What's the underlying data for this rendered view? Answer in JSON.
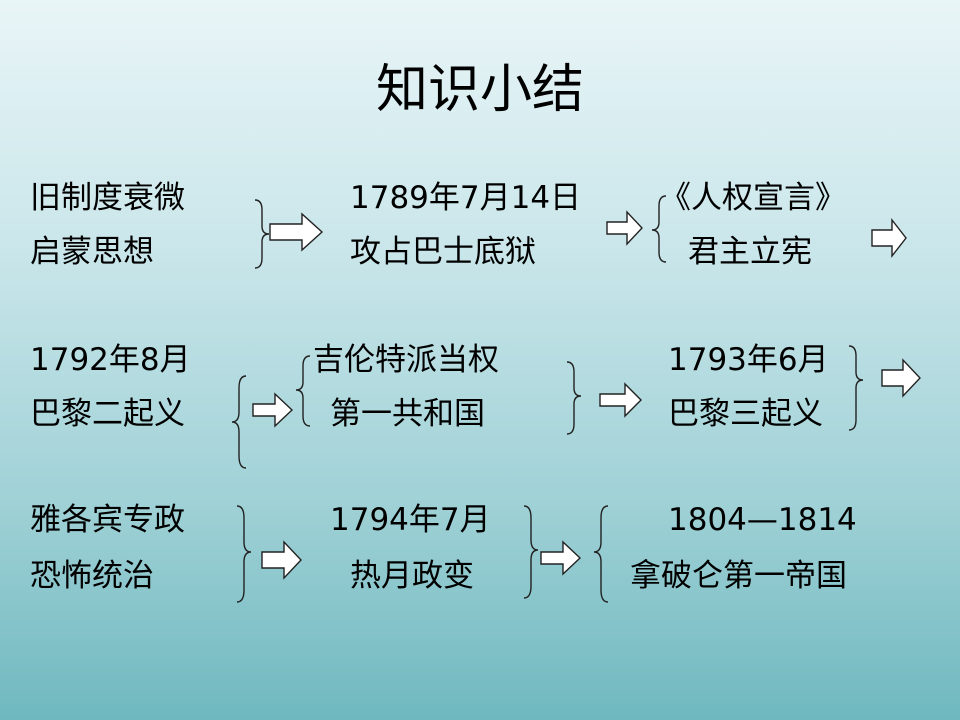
{
  "title": "知识小结",
  "row1": {
    "causes": [
      "旧制度衰微",
      "启蒙思想"
    ],
    "event_date": "1789年7月14日",
    "event": "攻占巴士底狱",
    "results": [
      "《人权宣言》",
      "君主立宪"
    ]
  },
  "row2": {
    "event_date": "1792年8月",
    "event": "巴黎二起义",
    "results": [
      "吉伦特派当权",
      "第一共和国"
    ],
    "next_date": "1793年6月",
    "next_event": "巴黎三起义"
  },
  "row3": {
    "regime": [
      "雅各宾专政",
      "恐怖统治"
    ],
    "event_date": "1794年7月",
    "event": "热月政变",
    "next_period": "1804—1814",
    "next_regime": "拿破仑第一帝国"
  },
  "icons": {
    "arrow": "hollow-right-arrow-icon",
    "brace": "curly-brace-icon"
  }
}
